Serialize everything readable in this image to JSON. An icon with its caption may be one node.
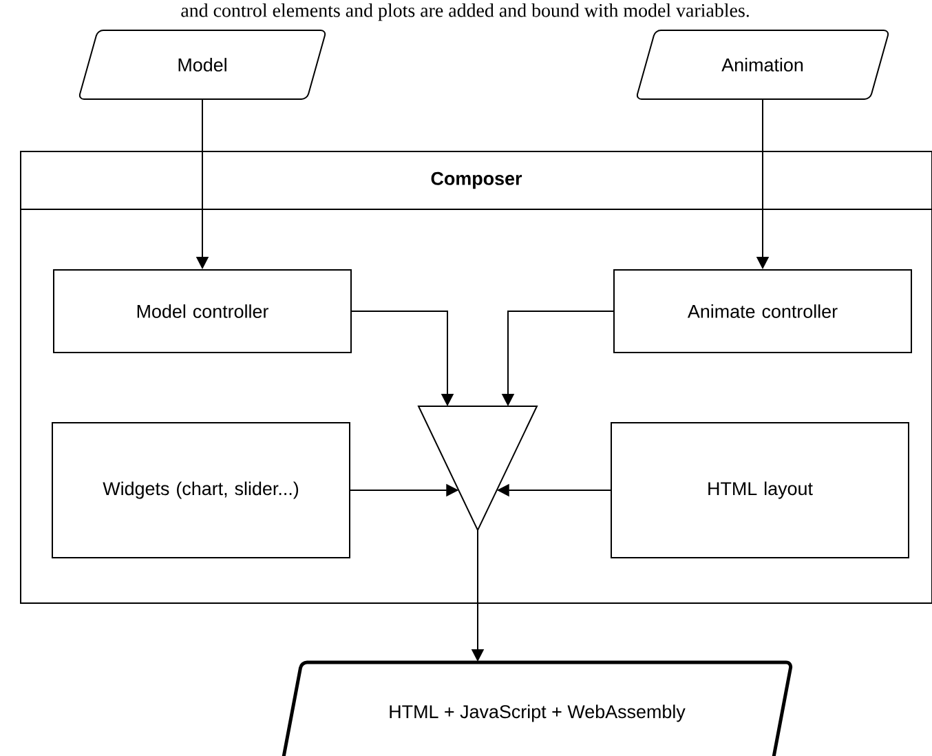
{
  "diagram": {
    "nodes": [
      {
        "text": [
          "Model"
        ]
      },
      {
        "text": [
          "Animation"
        ]
      },
      {
        "text": [
          "Composer"
        ]
      },
      {
        "text": [
          "Model controller"
        ],
        "in": 2
      },
      {
        "text": [
          "Animate controller"
        ],
        "in": 2
      },
      {
        "text": [
          "Widgets (chart, slider...)"
        ],
        "in": 2
      },
      {
        "text": [],
        "shape": "triangle",
        "in": 2
      },
      {
        "text": [
          "HTML layout"
        ],
        "in": 2
      },
      {
        "text": [
          "HTML + JavaScript + WebAssembly"
        ]
      }
    ],
    "edges": [
      {
        "from": 0,
        "to": 3,
        "arrow": "to"
      },
      {
        "from": 1,
        "to": 4,
        "arrow": "to"
      },
      {
        "from": 3,
        "to": 6,
        "arrow": "to"
      },
      {
        "from": 4,
        "to": 6,
        "arrow": "to"
      },
      {
        "from": 5,
        "to": 6,
        "arrow": "to"
      },
      {
        "from": 7,
        "to": 6,
        "arrow": "to"
      },
      {
        "from": 6,
        "to": 8,
        "arrow": "to"
      }
    ],
    "labels": [
      "and control elements and plots are added and bound with model variables."
    ]
  }
}
